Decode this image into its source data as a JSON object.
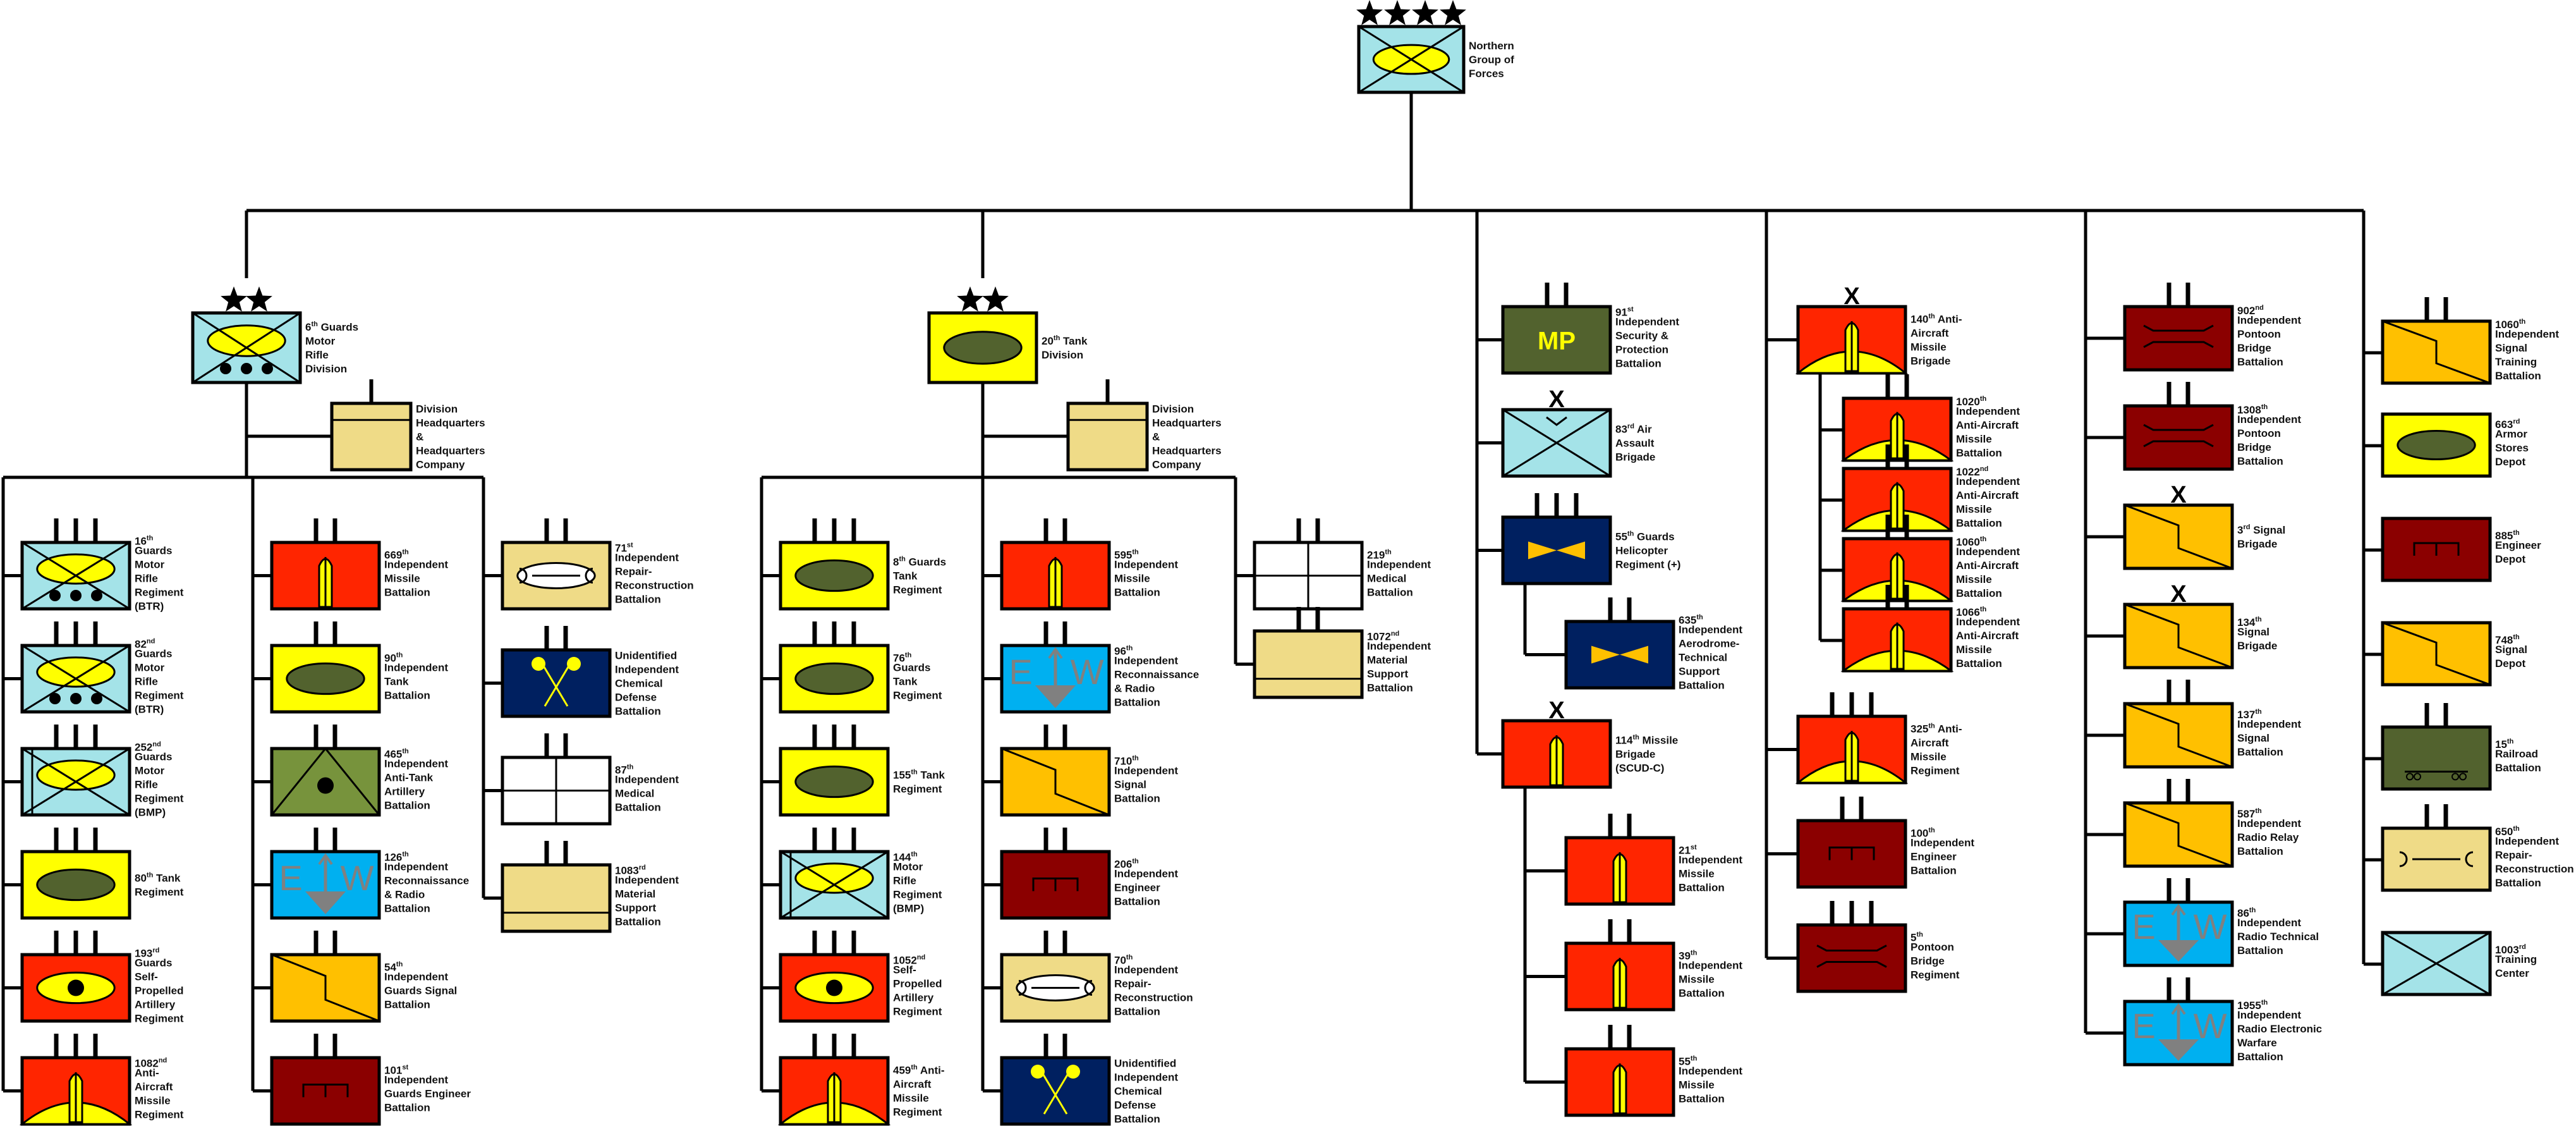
{
  "title": "Northern Group of Forces",
  "colors": {
    "infantry": "#a4e3e8",
    "infantry_oval": "#ffff00",
    "armor": "#ffff00",
    "armor_oval": "#52622e",
    "artillery": "#ff2500",
    "artillery_yellow": "#ffff00",
    "engineer": "#8b0000",
    "signal": "#ffc000",
    "recon_ew": "#00b0f0",
    "ew_glyph": "#808080",
    "support": "#efdb87",
    "chemical": "#002060",
    "chem_glyph": "#ffff00",
    "at_artillery": "#77933c",
    "mp": "#52622e",
    "railroad": "#52622e",
    "aviation": "#002060",
    "aviation_glyph": "#ffc000",
    "medical": "#ffffff",
    "line": "#000000"
  },
  "root": {
    "id": "ngf",
    "name": "Northern Group of Forces",
    "symbol": "motor-rifle",
    "echelon": "stars-4"
  },
  "columns": [
    {
      "id": "6gmrd",
      "name": {
        "num": "6",
        "sup": "th",
        "rest": [
          "Guards",
          "Motor",
          "Rifle",
          "Division"
        ],
        "first_line_suffix": "Guards"
      },
      "lines": [
        "6|th| Guards",
        "Motor",
        "Rifle",
        "Division"
      ],
      "symbol": "motor-rifle-btr",
      "echelon": "stars-2",
      "hq": {
        "lines": [
          "Division",
          "Headquarters",
          "&",
          "Headquarters",
          "Company"
        ],
        "symbol": "hq",
        "echelon": "i"
      },
      "subcolumns": [
        [
          {
            "lines": [
              "16|th|",
              "Guards",
              "Motor",
              "Rifle",
              "Regiment",
              "(BTR)"
            ],
            "symbol": "motor-rifle-btr",
            "echelon": "iii"
          },
          {
            "lines": [
              "82|nd|",
              "Guards",
              "Motor",
              "Rifle",
              "Regiment",
              "(BTR)"
            ],
            "symbol": "motor-rifle-btr",
            "echelon": "iii"
          },
          {
            "lines": [
              "252|nd|",
              "Guards",
              "Motor",
              "Rifle",
              "Regiment",
              "(BMP)"
            ],
            "symbol": "motor-rifle-bmp",
            "echelon": "iii"
          },
          {
            "lines": [
              "80|th| Tank",
              "Regiment"
            ],
            "symbol": "tank",
            "echelon": "iii"
          },
          {
            "lines": [
              "193|rd|",
              "Guards",
              "Self-",
              "Propelled",
              "Artillery",
              "Regiment"
            ],
            "symbol": "sp-artillery",
            "echelon": "iii"
          },
          {
            "lines": [
              "1082|nd|",
              "Anti-",
              "Aircraft",
              "Missile",
              "Regiment"
            ],
            "symbol": "aa-missile",
            "echelon": "iii"
          }
        ],
        [
          {
            "lines": [
              "669|th|",
              "Independent",
              "Missile",
              "Battalion"
            ],
            "symbol": "missile",
            "echelon": "ii"
          },
          {
            "lines": [
              "90|th|",
              "Independent",
              "Tank",
              "Battalion"
            ],
            "symbol": "tank",
            "echelon": "ii"
          },
          {
            "lines": [
              "465|th|",
              "Independent",
              "Anti-Tank",
              "Artillery",
              "Battalion"
            ],
            "symbol": "anti-tank",
            "echelon": "ii"
          },
          {
            "lines": [
              "126|th|",
              "Independent",
              "Reconnaissance",
              "& Radio",
              "Battalion"
            ],
            "symbol": "ew",
            "echelon": "ii"
          },
          {
            "lines": [
              "54|th|",
              "Independent",
              "Guards Signal",
              "Battalion"
            ],
            "symbol": "signal",
            "echelon": "ii"
          },
          {
            "lines": [
              "101|st|",
              "Independent",
              "Guards Engineer",
              "Battalion"
            ],
            "symbol": "engineer",
            "echelon": "ii"
          }
        ],
        [
          {
            "lines": [
              "71|st|",
              "Independent",
              "Repair-",
              "Reconstruction",
              "Battalion"
            ],
            "symbol": "repair-oval",
            "echelon": "ii"
          },
          {
            "lines": [
              "Unidentified",
              "Independent",
              "Chemical",
              "Defense",
              "Battalion"
            ],
            "symbol": "chemical",
            "echelon": "ii"
          },
          {
            "lines": [
              "87|th|",
              "Independent",
              "Medical",
              "Battalion"
            ],
            "symbol": "medical",
            "echelon": "ii"
          },
          {
            "lines": [
              "1083|rd|",
              "Independent",
              "Material",
              "Support",
              "Battalion"
            ],
            "symbol": "material-support",
            "echelon": "ii"
          }
        ]
      ]
    },
    {
      "id": "20td",
      "lines": [
        "20|th| Tank",
        "Division"
      ],
      "symbol": "tank",
      "echelon": "stars-2",
      "hq": {
        "lines": [
          "Division",
          "Headquarters",
          "&",
          "Headquarters",
          "Company"
        ],
        "symbol": "hq",
        "echelon": "i"
      },
      "subcolumns": [
        [
          {
            "lines": [
              "8|th| Guards",
              "Tank",
              "Regiment"
            ],
            "symbol": "tank",
            "echelon": "iii"
          },
          {
            "lines": [
              "76|th|",
              "Guards",
              "Tank",
              "Regiment"
            ],
            "symbol": "tank",
            "echelon": "iii"
          },
          {
            "lines": [
              "155|th| Tank",
              "Regiment"
            ],
            "symbol": "tank",
            "echelon": "iii"
          },
          {
            "lines": [
              "144|th|",
              "Motor",
              "Rifle",
              "Regiment",
              "(BMP)"
            ],
            "symbol": "motor-rifle-bmp",
            "echelon": "iii"
          },
          {
            "lines": [
              "1052|nd|",
              "Self-",
              "Propelled",
              "Artillery",
              "Regiment"
            ],
            "symbol": "sp-artillery",
            "echelon": "iii"
          },
          {
            "lines": [
              "459|th| Anti-",
              "Aircraft",
              "Missile",
              "Regiment"
            ],
            "symbol": "aa-missile",
            "echelon": "iii"
          }
        ],
        [
          {
            "lines": [
              "595|th|",
              "Independent",
              "Missile",
              "Battalion"
            ],
            "symbol": "missile",
            "echelon": "ii"
          },
          {
            "lines": [
              "96|th|",
              "Independent",
              "Reconnaissance",
              "& Radio",
              "Battalion"
            ],
            "symbol": "ew",
            "echelon": "ii"
          },
          {
            "lines": [
              "710|th|",
              "Independent",
              "Signal",
              "Battalion"
            ],
            "symbol": "signal",
            "echelon": "ii"
          },
          {
            "lines": [
              "206|th|",
              "Independent",
              "Engineer",
              "Battalion"
            ],
            "symbol": "engineer",
            "echelon": "ii"
          },
          {
            "lines": [
              "70|th|",
              "Independent",
              "Repair-",
              "Reconstruction",
              "Battalion"
            ],
            "symbol": "repair-oval",
            "echelon": "ii"
          },
          {
            "lines": [
              "Unidentified",
              "Independent",
              "Chemical",
              "Defense",
              "Battalion"
            ],
            "symbol": "chemical",
            "echelon": "ii"
          }
        ],
        [
          {
            "lines": [
              "219|th|",
              "Independent",
              "Medical",
              "Battalion"
            ],
            "symbol": "medical",
            "echelon": "ii"
          },
          {
            "lines": [
              "1072|nd|",
              "Independent",
              "Material",
              "Support",
              "Battalion"
            ],
            "symbol": "material-support",
            "echelon": "ii"
          }
        ]
      ]
    },
    {
      "id": "col3",
      "units": [
        {
          "lines": [
            "91|st|",
            "Independent",
            "Security &",
            "Protection",
            "Battalion"
          ],
          "symbol": "mp",
          "echelon": "ii",
          "mp_text": "MP"
        },
        {
          "lines": [
            "83|rd| Air",
            "Assault",
            "Brigade"
          ],
          "symbol": "air-assault",
          "echelon": "x"
        },
        {
          "lines": [
            "55|th| Guards",
            "Helicopter",
            "Regiment (+)"
          ],
          "symbol": "aviation",
          "echelon": "iii",
          "children": [
            {
              "lines": [
                "635|th|",
                "Independent",
                "Aerodrome-",
                "Technical",
                "Support",
                "Battalion"
              ],
              "symbol": "aviation",
              "echelon": "ii"
            }
          ]
        },
        {
          "lines": [
            "114|th| Missile",
            "Brigade",
            "(SCUD-C)"
          ],
          "symbol": "missile",
          "echelon": "x",
          "children": [
            {
              "lines": [
                "21|st|",
                "Independent",
                "Missile",
                "Battalion"
              ],
              "symbol": "missile",
              "echelon": "ii"
            },
            {
              "lines": [
                "39|th|",
                "Independent",
                "Missile",
                "Battalion"
              ],
              "symbol": "missile",
              "echelon": "ii"
            },
            {
              "lines": [
                "55|th|",
                "Independent",
                "Missile",
                "Battalion"
              ],
              "symbol": "missile",
              "echelon": "ii"
            }
          ]
        }
      ]
    },
    {
      "id": "col4",
      "units": [
        {
          "lines": [
            "140|th| Anti-",
            "Aircraft",
            "Missile",
            "Brigade"
          ],
          "symbol": "aa-missile",
          "echelon": "x",
          "children": [
            {
              "lines": [
                "1020|th|",
                "Independent",
                "Anti-Aircraft",
                "Missile",
                "Battalion"
              ],
              "symbol": "aa-missile",
              "echelon": "ii"
            },
            {
              "lines": [
                "1022|nd|",
                "Independent",
                "Anti-Aircraft",
                "Missile",
                "Battalion"
              ],
              "symbol": "aa-missile",
              "echelon": "ii"
            },
            {
              "lines": [
                "1060|th|",
                "Independent",
                "Anti-Aircraft",
                "Missile",
                "Battalion"
              ],
              "symbol": "aa-missile",
              "echelon": "ii"
            },
            {
              "lines": [
                "1066|th|",
                "Independent",
                "Anti-Aircraft",
                "Missile",
                "Battalion"
              ],
              "symbol": "aa-missile",
              "echelon": "ii"
            }
          ]
        },
        {
          "lines": [
            "325|th| Anti-",
            "Aircraft",
            "Missile",
            "Regiment"
          ],
          "symbol": "aa-missile",
          "echelon": "iii"
        },
        {
          "lines": [
            "100|th|",
            "Independent",
            "Engineer",
            "Battalion"
          ],
          "symbol": "engineer",
          "echelon": "ii"
        },
        {
          "lines": [
            "5|th|",
            "Pontoon",
            "Bridge",
            "Regiment"
          ],
          "symbol": "pontoon",
          "echelon": "iii"
        }
      ]
    },
    {
      "id": "col5",
      "units": [
        {
          "lines": [
            "902|nd|",
            "Independent",
            "Pontoon",
            "Bridge",
            "Battalion"
          ],
          "symbol": "pontoon",
          "echelon": "ii"
        },
        {
          "lines": [
            "1308|th|",
            "Independent",
            "Pontoon",
            "Bridge",
            "Battalion"
          ],
          "symbol": "pontoon",
          "echelon": "ii"
        },
        {
          "lines": [
            "3|rd| Signal",
            "Brigade"
          ],
          "symbol": "signal",
          "echelon": "x"
        },
        {
          "lines": [
            "134|th|",
            "Signal",
            "Brigade"
          ],
          "symbol": "signal",
          "echelon": "x"
        },
        {
          "lines": [
            "137|th|",
            "Independent",
            "Signal",
            "Battalion"
          ],
          "symbol": "signal",
          "echelon": "ii"
        },
        {
          "lines": [
            "587|th|",
            "Independent",
            "Radio Relay",
            "Battalion"
          ],
          "symbol": "signal",
          "echelon": "ii"
        },
        {
          "lines": [
            "86|th|",
            "Independent",
            "Radio Technical",
            "Battalion"
          ],
          "symbol": "ew",
          "echelon": "ii"
        },
        {
          "lines": [
            "1955|th|",
            "Independent",
            "Radio Electronic",
            "Warfare",
            "Battalion"
          ],
          "symbol": "ew",
          "echelon": "ii"
        }
      ]
    },
    {
      "id": "col6",
      "units": [
        {
          "lines": [
            "1060|th|",
            "Independent",
            "Signal",
            "Training",
            "Battalion"
          ],
          "symbol": "signal",
          "echelon": "ii"
        },
        {
          "lines": [
            "663|rd|",
            "Armor",
            "Stores",
            "Depot"
          ],
          "symbol": "tank",
          "echelon": "none"
        },
        {
          "lines": [
            "885|th|",
            "Engineer",
            "Depot"
          ],
          "symbol": "engineer",
          "echelon": "none"
        },
        {
          "lines": [
            "748|th|",
            "Signal",
            "Depot"
          ],
          "symbol": "signal",
          "echelon": "none"
        },
        {
          "lines": [
            "15|th|",
            "Railroad",
            "Battalion"
          ],
          "symbol": "railroad",
          "echelon": "ii"
        },
        {
          "lines": [
            "650|th|",
            "Independent",
            "Repair-",
            "Reconstruction",
            "Battalion"
          ],
          "symbol": "repair-plain",
          "echelon": "ii"
        },
        {
          "lines": [
            "1003|rd|",
            "Training",
            "Center"
          ],
          "symbol": "infantry-plain",
          "echelon": "none"
        }
      ]
    }
  ],
  "ew_letters": [
    "E",
    "W"
  ]
}
